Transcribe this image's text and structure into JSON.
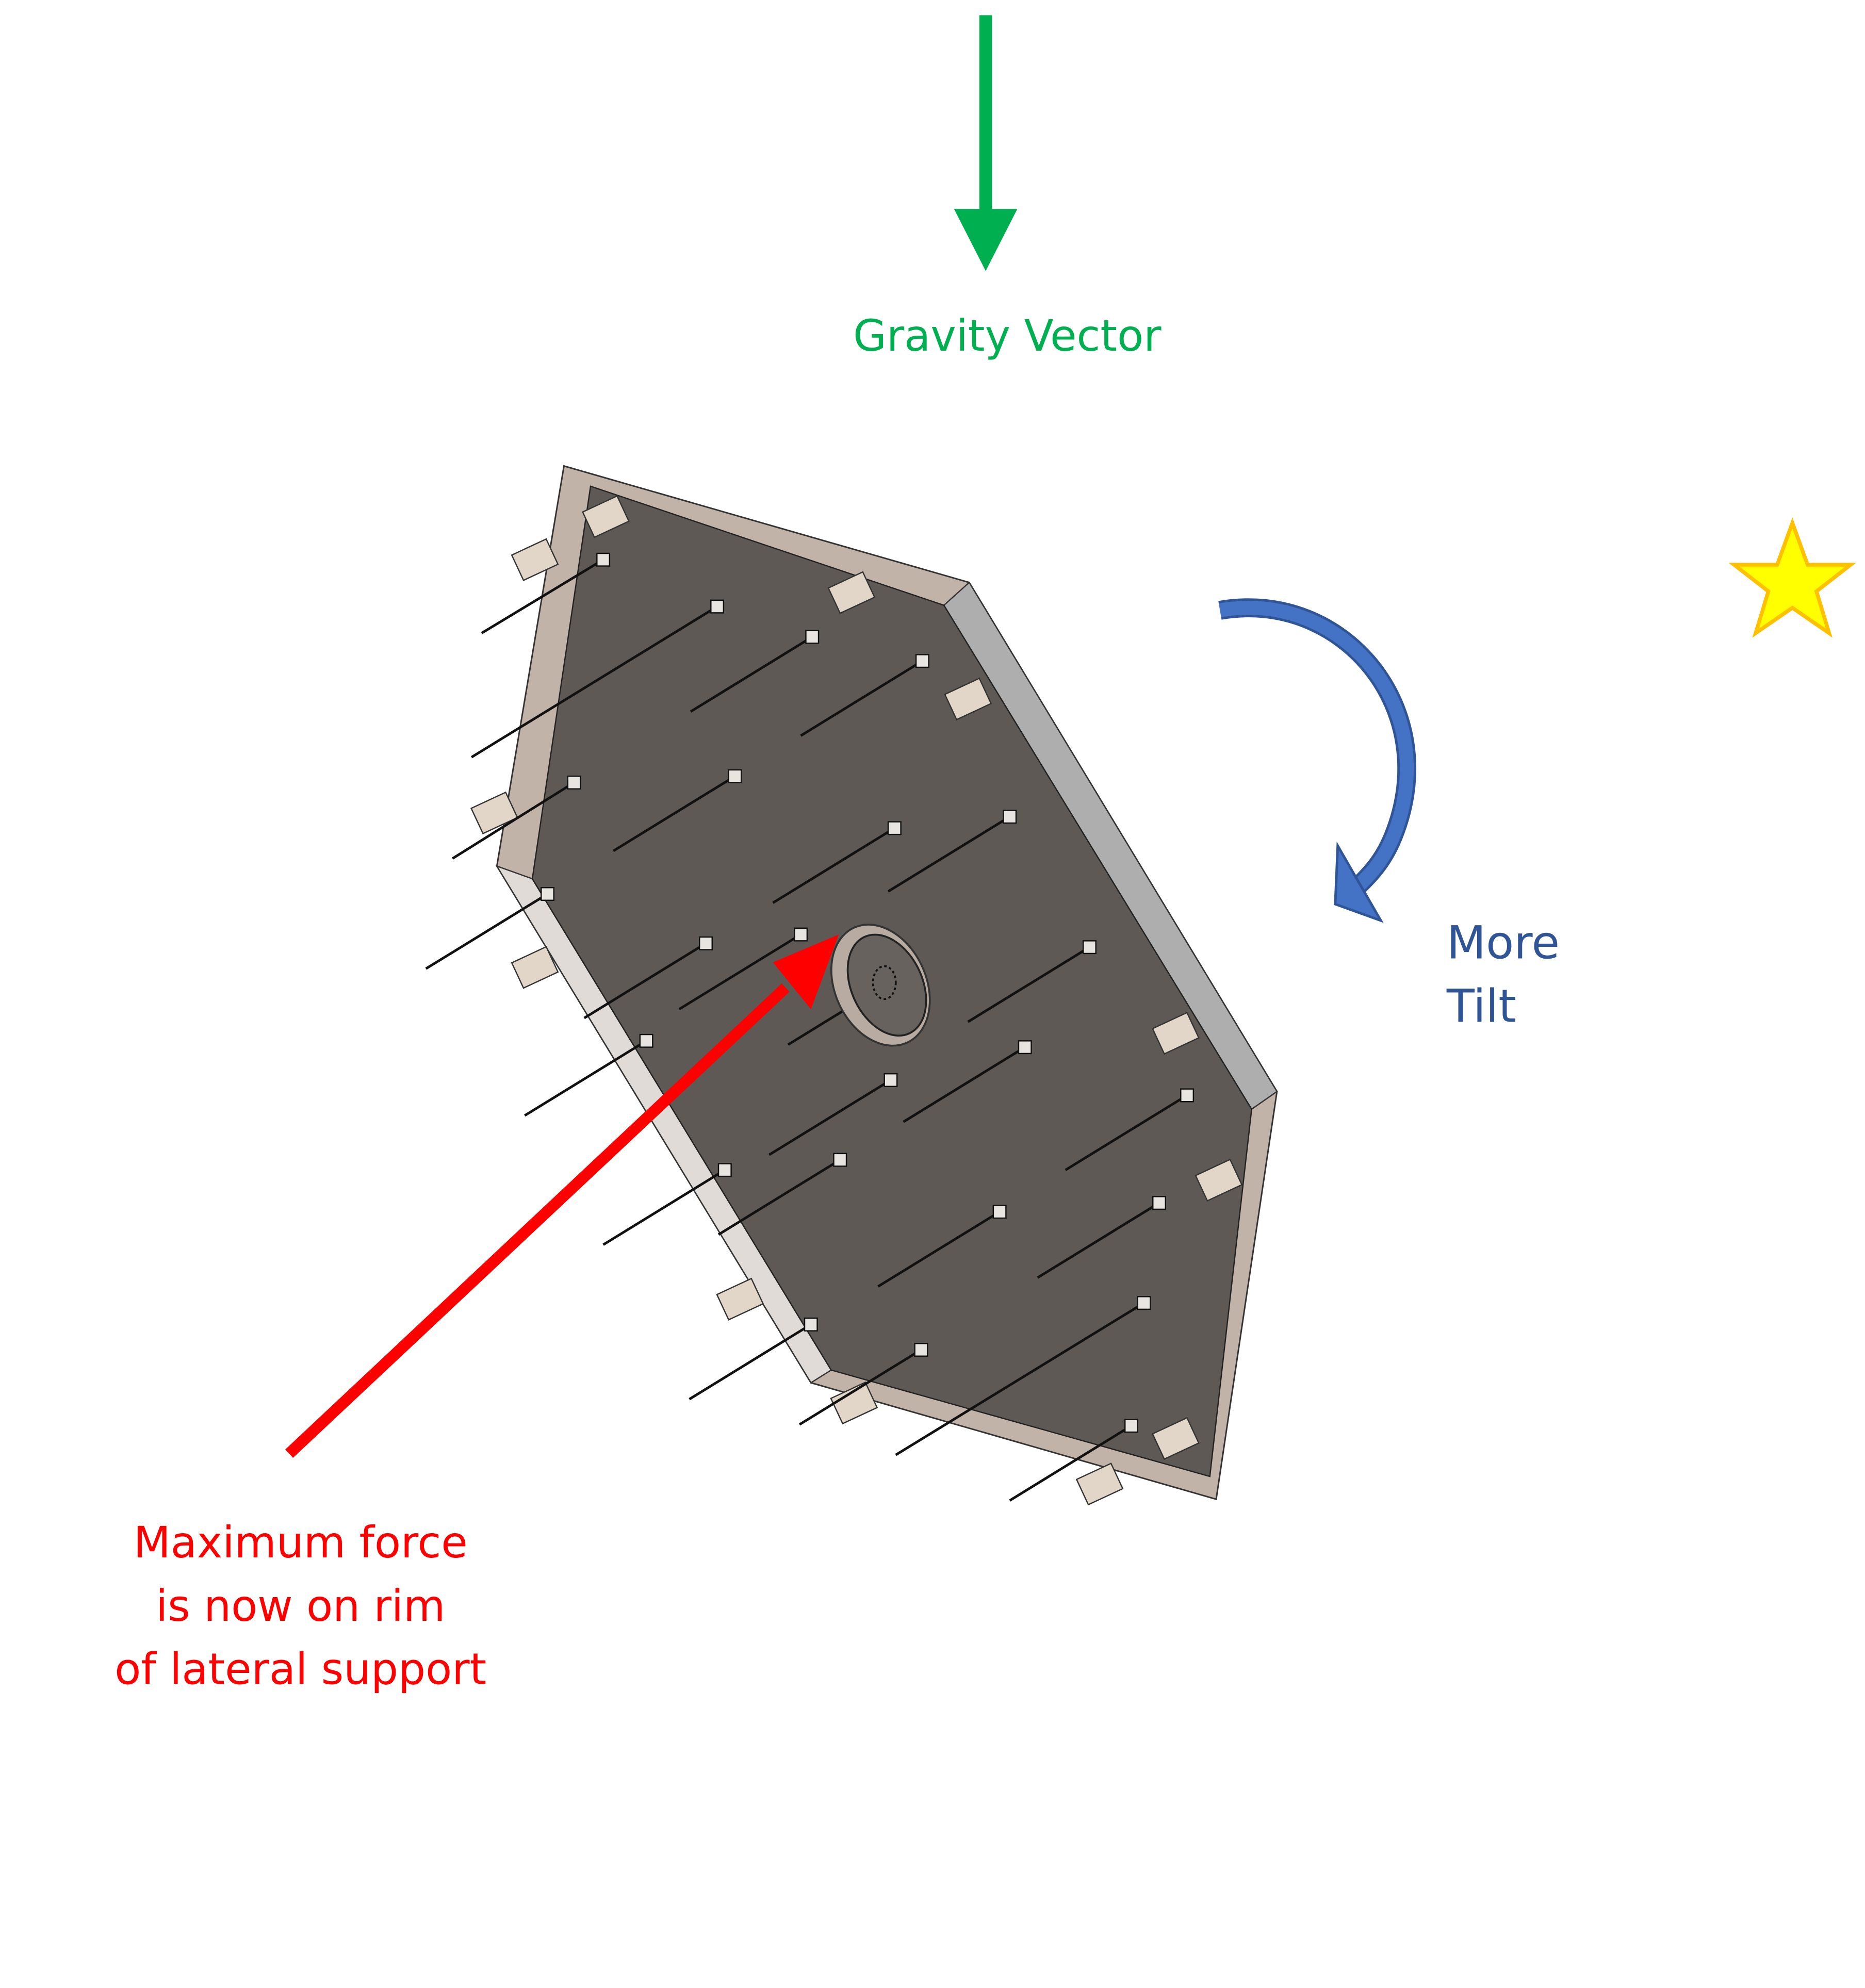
{
  "gravity": {
    "label": "Gravity Vector",
    "color": "#00b050"
  },
  "tilt": {
    "line1": "More",
    "line2": "Tilt",
    "color": "#2f5597",
    "arrow_color": "#4472c4"
  },
  "annotation": {
    "line1": "Maximum force",
    "line2": "is now on rim",
    "line3": "of lateral support",
    "color": "#ff0000"
  },
  "star": {
    "fill": "#ffff00",
    "stroke": "#ffc000"
  },
  "panel": {
    "face": "#5e5954",
    "rim": "#b5a89e",
    "side_right": "#b0b0b0",
    "side_left": "#e2ddd8"
  }
}
